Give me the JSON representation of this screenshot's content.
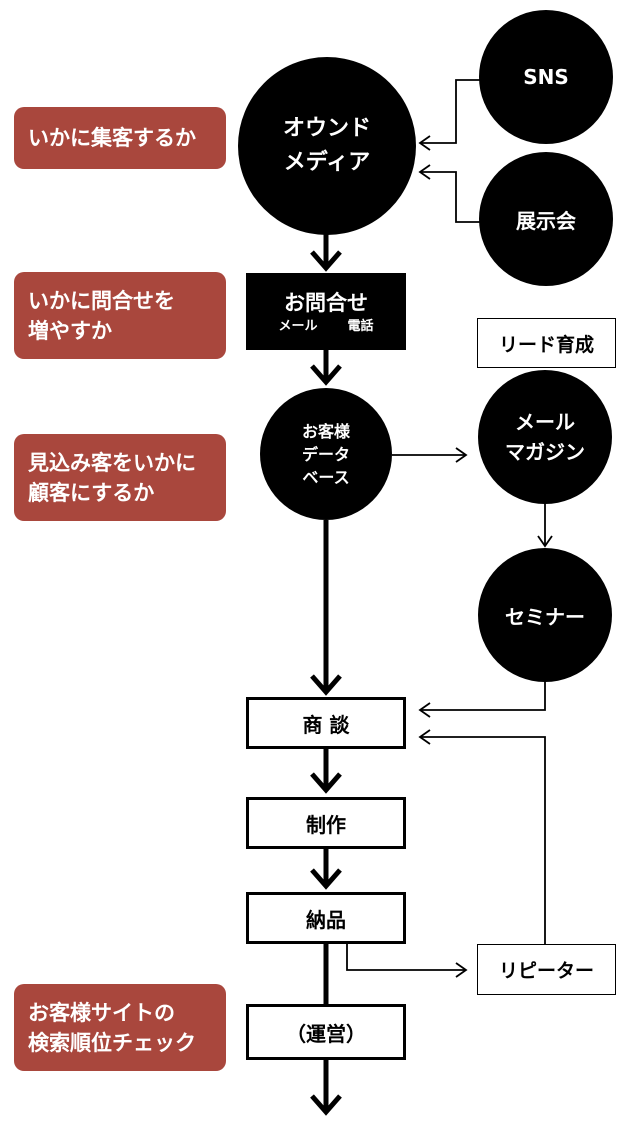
{
  "labels": {
    "attract": [
      "いかに集客するか"
    ],
    "inquiry": [
      "いかに問合せを",
      "増やすか"
    ],
    "convert": [
      "見込み客をいかに",
      "顧客にするか"
    ],
    "seo": [
      "お客様サイトの",
      "検索順位チェック"
    ]
  },
  "nodes": {
    "owned_media": [
      "オウンド",
      "メディア"
    ],
    "sns": "SNS",
    "exhibition": "展示会",
    "inquiry_title": "お問合せ",
    "inquiry_mail": "メール",
    "inquiry_phone": "電話",
    "customer_db": [
      "お客様",
      "データ",
      "ベース"
    ],
    "lead_nurturing": "リード育成",
    "mail_magazine": [
      "メール",
      "マガジン"
    ],
    "seminar": "セミナー",
    "negotiation": "商 談",
    "production": "制作",
    "delivery": "納品",
    "repeater": "リピーター",
    "operation": "（運営）"
  }
}
